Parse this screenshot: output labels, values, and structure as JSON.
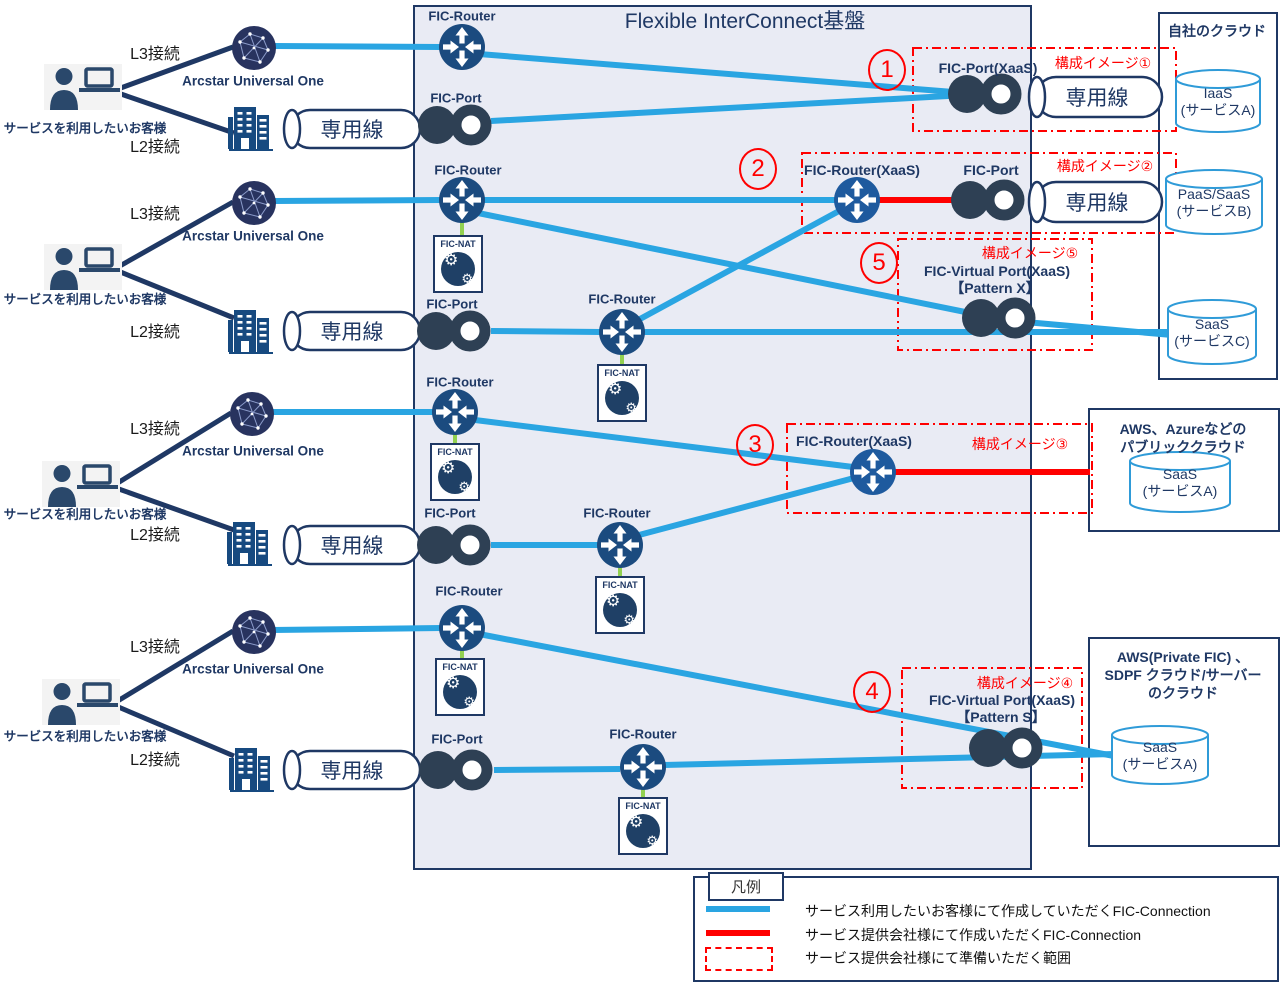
{
  "diagram": {
    "panel_title": "Flexible InterConnect基盤",
    "labels": {
      "fic_router": "FIC-Router",
      "fic_port": "FIC-Port",
      "fic_nat": "FIC-NAT",
      "fic_router_xaas": "FIC-Router(XaaS)",
      "fic_port_xaas": "FIC-Port(XaaS)",
      "fic_virtual_port_xaas": "FIC-Virtual Port(XaaS)",
      "pattern_x": "【Pattern X】",
      "pattern_s": "【Pattern S】",
      "dedicated_line": "専用線",
      "l3": "L3接続",
      "l2": "L2接続",
      "arcstar": "Arcstar Universal One",
      "customer": "サービスを利用したいお客様"
    },
    "badges": {
      "b1": "1",
      "b2": "2",
      "b3": "3",
      "b4": "4",
      "b5": "5"
    },
    "config_labels": {
      "c1": "構成イメージ①",
      "c2": "構成イメージ②",
      "c3": "構成イメージ③",
      "c4": "構成イメージ④",
      "c5": "構成イメージ⑤"
    },
    "clouds": {
      "own": {
        "title": "自社のクラウド",
        "services": [
          {
            "l1": "IaaS",
            "l2": "(サービスA)"
          },
          {
            "l1": "PaaS/SaaS",
            "l2": "(サービスB)"
          },
          {
            "l1": "SaaS",
            "l2": "(サービスC)"
          }
        ]
      },
      "public": {
        "title_l1": "AWS、Azureなどの",
        "title_l2": "パブリッククラウド",
        "service": {
          "l1": "SaaS",
          "l2": "(サービスA)"
        }
      },
      "private": {
        "title_l1": "AWS(Private FIC) 、",
        "title_l2": "SDPF クラウド/サーバー",
        "title_l3": "のクラウド",
        "service": {
          "l1": "SaaS",
          "l2": "(サービスA)"
        }
      }
    },
    "legend": {
      "title": "凡例",
      "items": [
        "サービス利用したいお客様にて作成していただくFIC-Connection",
        "サービス提供会社様にて作成いただくFIC-Connection",
        "サービス提供会社様にて準備いただく範囲"
      ]
    },
    "colors": {
      "line_customer": "#2AA5E2",
      "line_provider": "#FF0000",
      "navy": "#1F3864",
      "panel_bg": "#E9EBF4",
      "green": "#92D050"
    }
  }
}
